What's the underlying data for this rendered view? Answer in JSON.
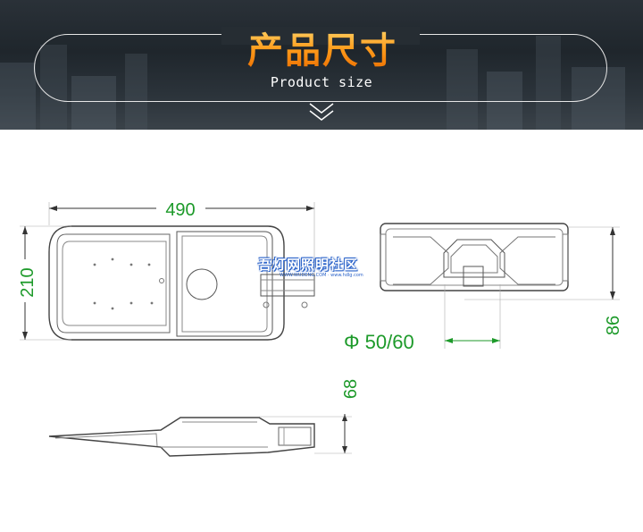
{
  "banner": {
    "title_cn": "产品尺寸",
    "title_en": "Product size"
  },
  "dimensions": {
    "length": "490",
    "width": "210",
    "height": "86",
    "side_height": "68",
    "pole_diameter": "Φ 50/60"
  },
  "watermark": {
    "text": "吾灯网照明社区",
    "sub": "WWW.WUDENG.COM · www.hdlg.com"
  }
}
